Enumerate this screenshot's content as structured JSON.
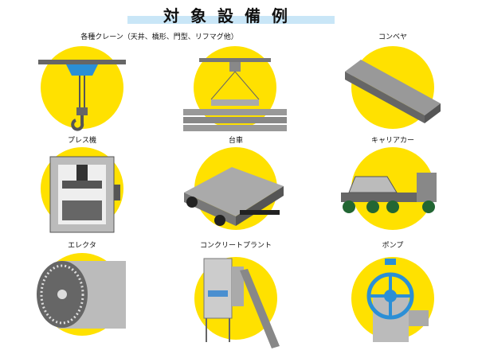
{
  "title": "対象設備例",
  "colors": {
    "circle": "#FFE100",
    "title_bar": "#C9E6F7"
  },
  "items": [
    {
      "label": "各種クレーン（天井、橋形、門型、リフマグ他）",
      "icon": "crane-icon"
    },
    {
      "label": "コンベヤ",
      "icon": "conveyor-icon"
    },
    {
      "label": "プレス機",
      "icon": "press-machine-icon"
    },
    {
      "label": "台車",
      "icon": "cart-icon"
    },
    {
      "label": "キャリアカー",
      "icon": "carrier-car-icon"
    },
    {
      "label": "エレクタ",
      "icon": "erector-icon"
    },
    {
      "label": "コンクリートプラント",
      "icon": "concrete-plant-icon"
    },
    {
      "label": "ポンプ",
      "icon": "pump-icon"
    }
  ]
}
